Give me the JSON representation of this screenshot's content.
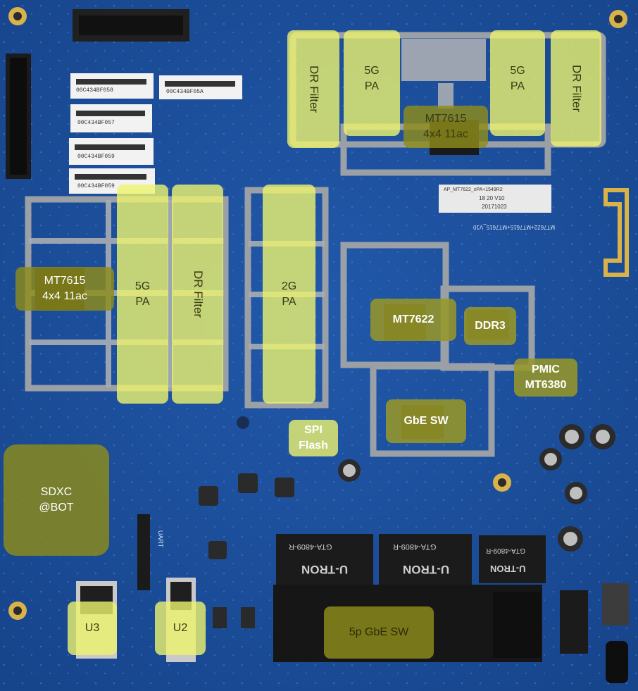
{
  "colors": {
    "board": "#1c4f9c",
    "board_dark": "#143f82",
    "shield": "#9aa0a6",
    "highlight_yellow": "#eef46e",
    "highlight_olive": "#8e8c1a",
    "gold_pad": "#d9b24a"
  },
  "labels": {
    "dr_filter_top_left": "DR Filter",
    "pa_5g_top_left": "5G\nPA",
    "pa_5g_top_right": "5G\nPA",
    "dr_filter_top_right": "DR Filter",
    "mt7615_top": "MT7615\n4x4 11ac",
    "mt7615_left": "MT7615\n4x4 11ac",
    "pa_5g_left": "5G\nPA",
    "dr_filter_left": "DR Filter",
    "pa_2g": "2G\nPA",
    "mt7622": "MT7622",
    "ddr3": "DDR3",
    "pmic": "PMIC\nMT6380",
    "gbe_sw": "GbE SW",
    "spi_flash": "SPI\nFlash",
    "sdxc": "SDXC\n@BOT",
    "u3": "U3",
    "u2": "U2",
    "gbe_5p": "5p GbE SW"
  },
  "silkscreen": {
    "stickers": [
      "00C434BF058",
      "00C434BF05A",
      "00C434BF057",
      "00C434BF059",
      "00C434BF059"
    ],
    "board_tag": [
      "AP_MT7622_xPA+1549R2",
      "18 20 V10",
      "20171023"
    ],
    "board_name": "MT7622+MT7615+MT7615_V10",
    "magnetics_1": "GTA-4809-R",
    "magnetics_2": "GTA-4809-R",
    "magnetics_3": "GTA-4809-R",
    "utron": "U-TRON",
    "uart": "UART"
  }
}
